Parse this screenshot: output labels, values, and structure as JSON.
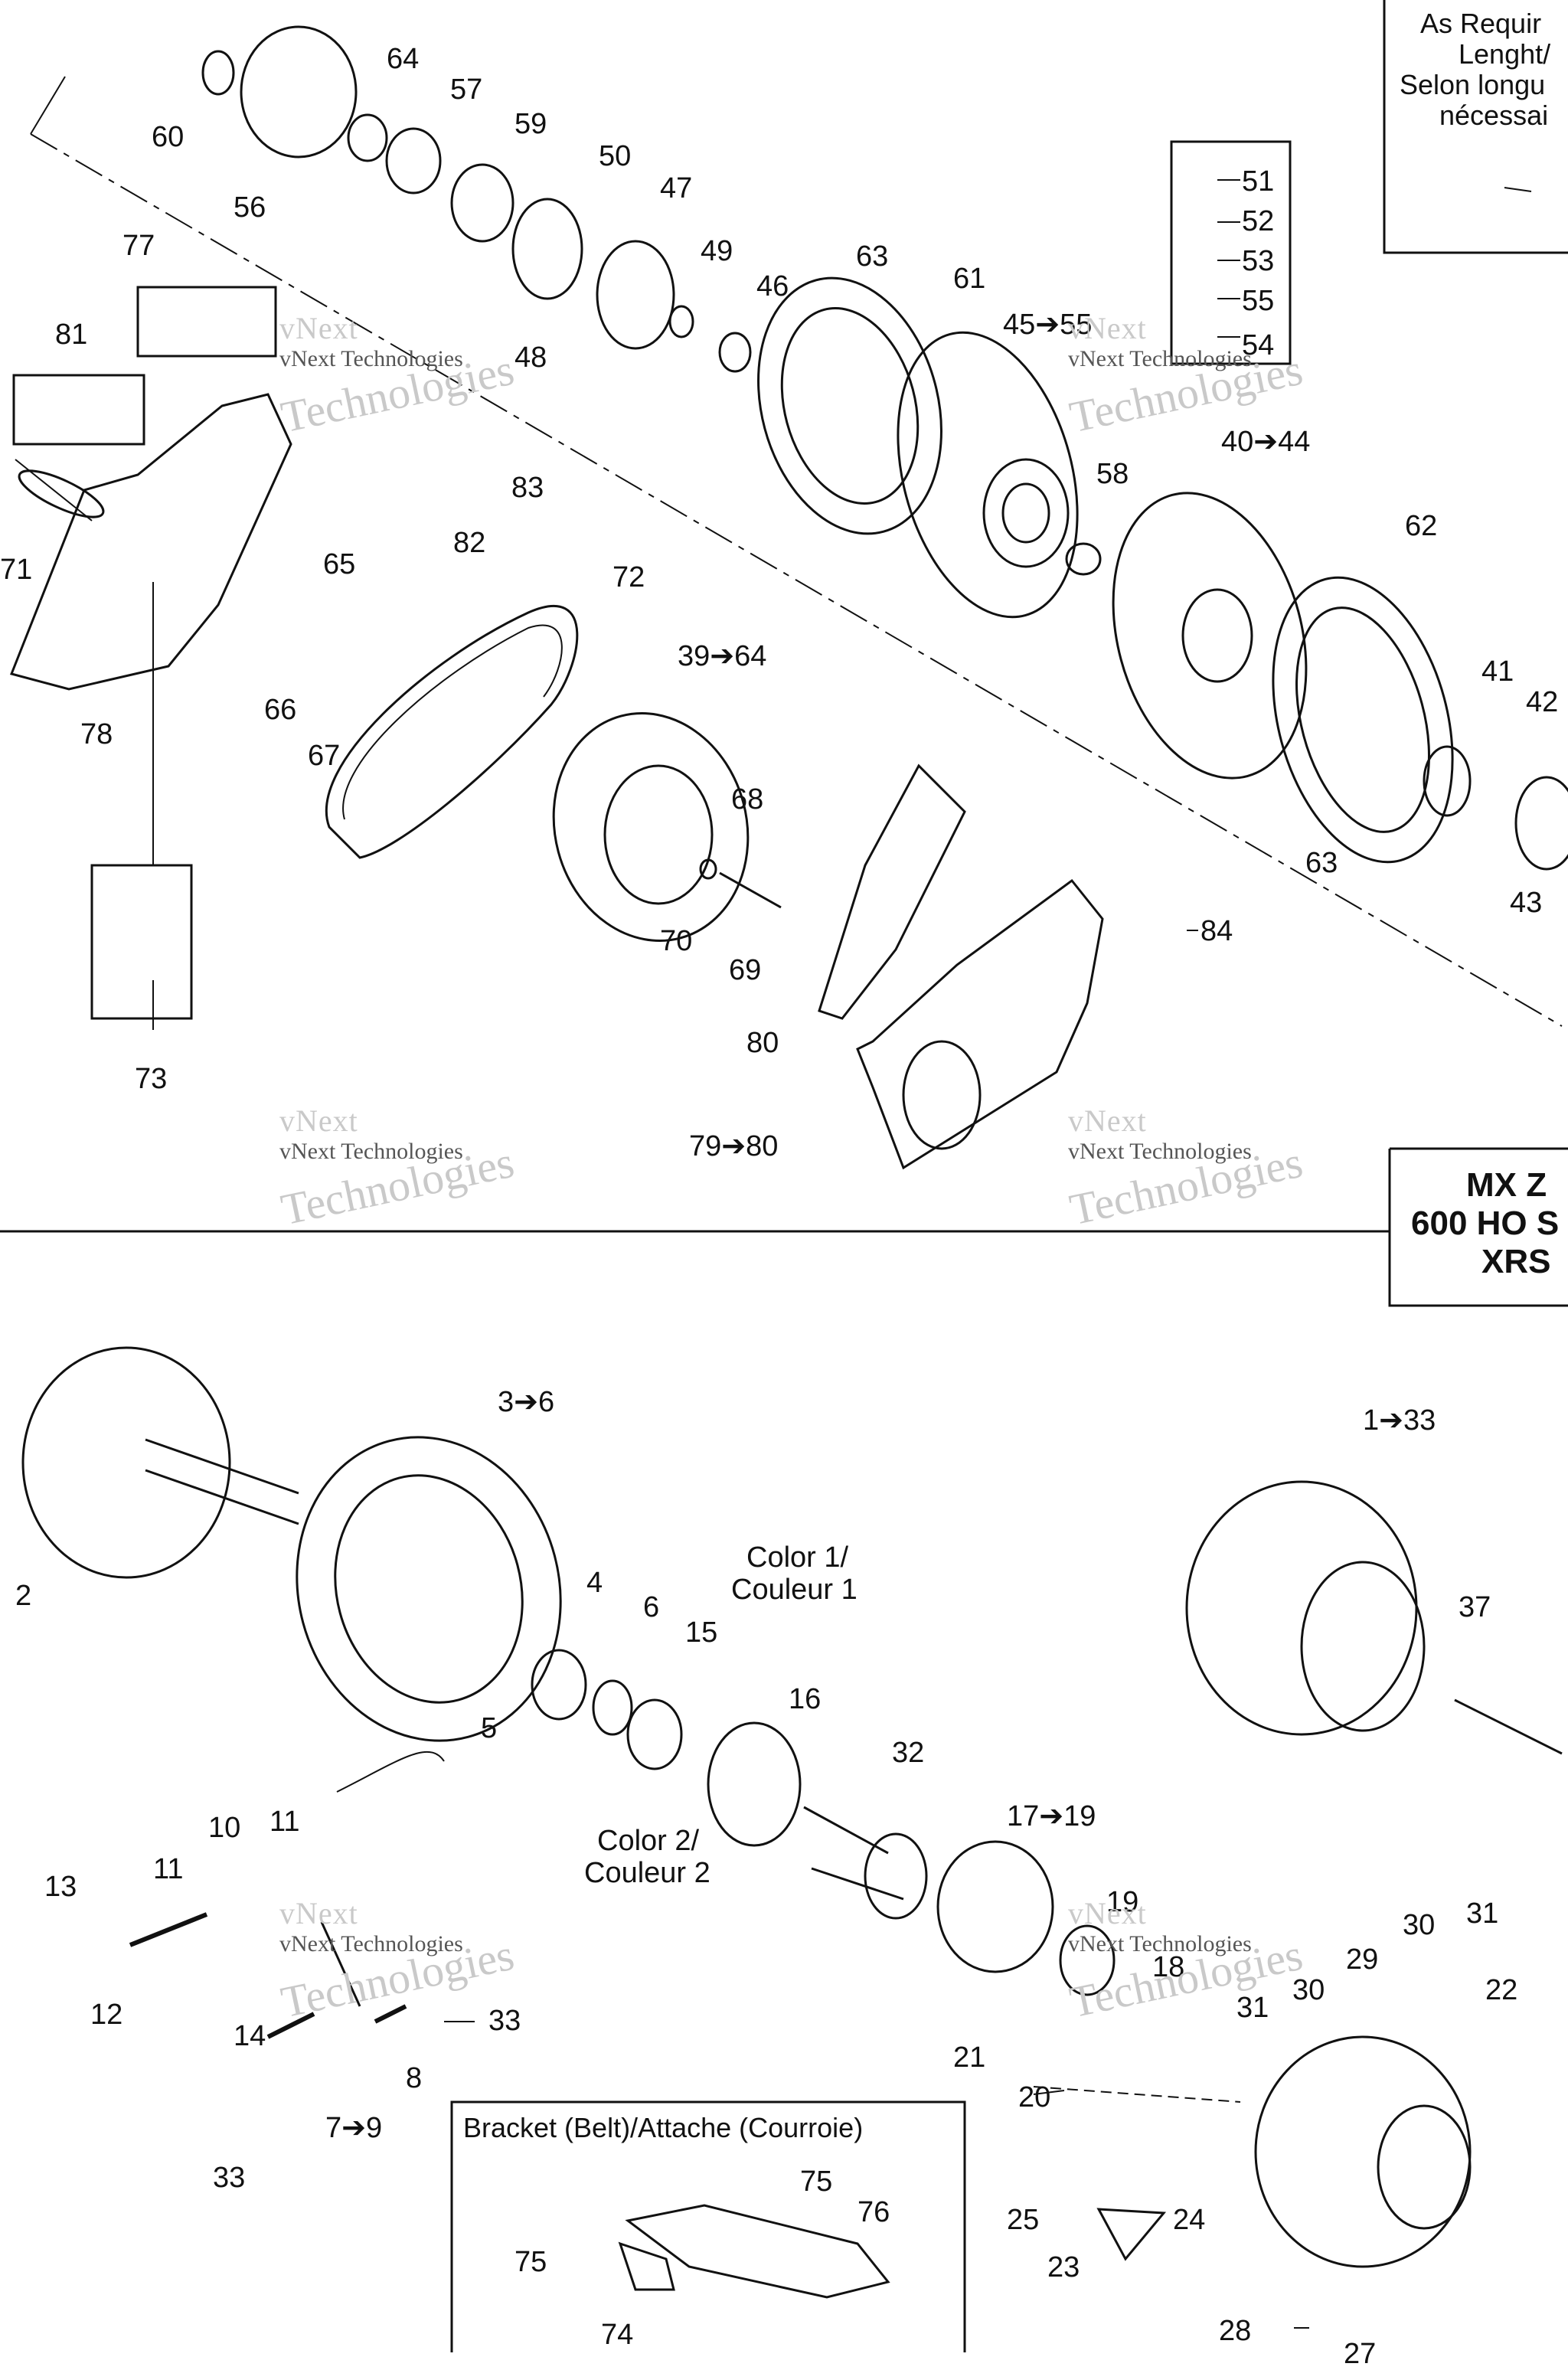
{
  "notes": {
    "as_required_en": "As Requir",
    "length_en": "Lenght/",
    "selon_fr": "Selon longu",
    "necessaire_fr": "nécessai"
  },
  "model_box": {
    "line1": "MX Z",
    "line2": "600 HO S",
    "line3": "XRS"
  },
  "bracket_box": {
    "title": "Bracket (Belt)/Attache (Courroie)"
  },
  "color_labels": {
    "c1a": "Color 1/",
    "c1b": "Couleur 1",
    "c2a": "Color 2/",
    "c2b": "Couleur 2"
  },
  "watermark": {
    "brand": "vNext",
    "line": "vNext Technologies",
    "tech": "Technologies"
  },
  "callouts": [
    "64",
    "57",
    "59",
    "50",
    "47",
    "49",
    "63",
    "61",
    "46",
    "45➔55",
    "48",
    "60",
    "56",
    "51",
    "52",
    "53",
    "55",
    "54",
    "77",
    "81",
    "83",
    "82",
    "71",
    "65",
    "72",
    "66",
    "67",
    "78",
    "39➔64",
    "40➔44",
    "58",
    "62",
    "41",
    "42",
    "63",
    "43",
    "68",
    "70",
    "69",
    "84",
    "80",
    "79➔80",
    "73",
    "3➔6",
    "2",
    "1➔33",
    "4",
    "6",
    "15",
    "16",
    "5",
    "32",
    "37",
    "10",
    "11",
    "11",
    "13",
    "12",
    "17➔19",
    "19",
    "18",
    "21",
    "20",
    "14",
    "8",
    "33",
    "7➔9",
    "33",
    "30",
    "31",
    "29",
    "31",
    "30",
    "22",
    "75",
    "76",
    "75",
    "74",
    "25",
    "24",
    "23",
    "28",
    "27"
  ]
}
